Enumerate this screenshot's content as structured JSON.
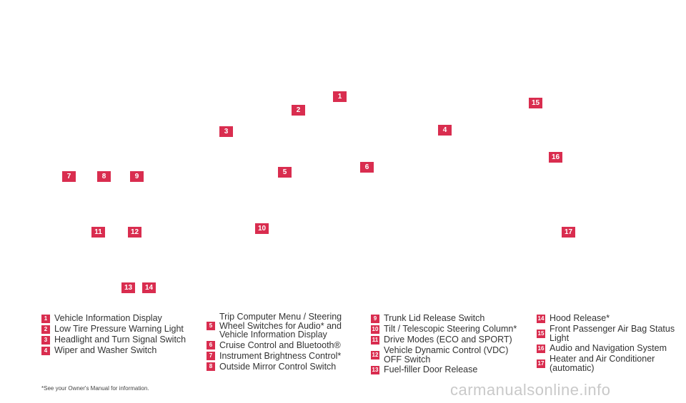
{
  "colors": {
    "badge": "#d92d4f",
    "text": "#333333",
    "watermark": "#c9c9c9"
  },
  "badges": [
    "1",
    "2",
    "3",
    "4",
    "5",
    "6",
    "7",
    "8",
    "9",
    "10",
    "11",
    "12",
    "13",
    "14",
    "15",
    "16",
    "17"
  ],
  "legend": {
    "col1": [
      {
        "num": "1",
        "text": "Vehicle Information Display"
      },
      {
        "num": "2",
        "text": "Low Tire Pressure Warning Light"
      },
      {
        "num": "3",
        "text": "Headlight and Turn Signal Switch"
      },
      {
        "num": "4",
        "text": "Wiper and Washer Switch"
      }
    ],
    "col2": [
      {
        "num": "5",
        "text": "Trip Computer Menu / Steering Wheel Switches for Audio* and Vehicle Information Display"
      },
      {
        "num": "6",
        "text": "Cruise Control and Bluetooth®"
      },
      {
        "num": "7",
        "text": "Instrument Brightness Control*"
      },
      {
        "num": "8",
        "text": "Outside Mirror Control Switch"
      }
    ],
    "col3": [
      {
        "num": "9",
        "text": "Trunk Lid Release Switch"
      },
      {
        "num": "10",
        "text": "Tilt / Telescopic Steering Column*"
      },
      {
        "num": "11",
        "text": "Drive Modes (ECO and SPORT)"
      },
      {
        "num": "12",
        "text": "Vehicle Dynamic Control (VDC) OFF Switch"
      },
      {
        "num": "13",
        "text": "Fuel-filler Door Release"
      }
    ],
    "col4": [
      {
        "num": "14",
        "text": "Hood Release*"
      },
      {
        "num": "15",
        "text": "Front Passenger Air Bag Status Light"
      },
      {
        "num": "16",
        "text": "Audio and Navigation System"
      },
      {
        "num": "17",
        "text": "Heater and Air Conditioner (automatic)"
      }
    ]
  },
  "footnote": "*See your Owner's Manual for information.",
  "watermark": "carmanualsonline.info"
}
